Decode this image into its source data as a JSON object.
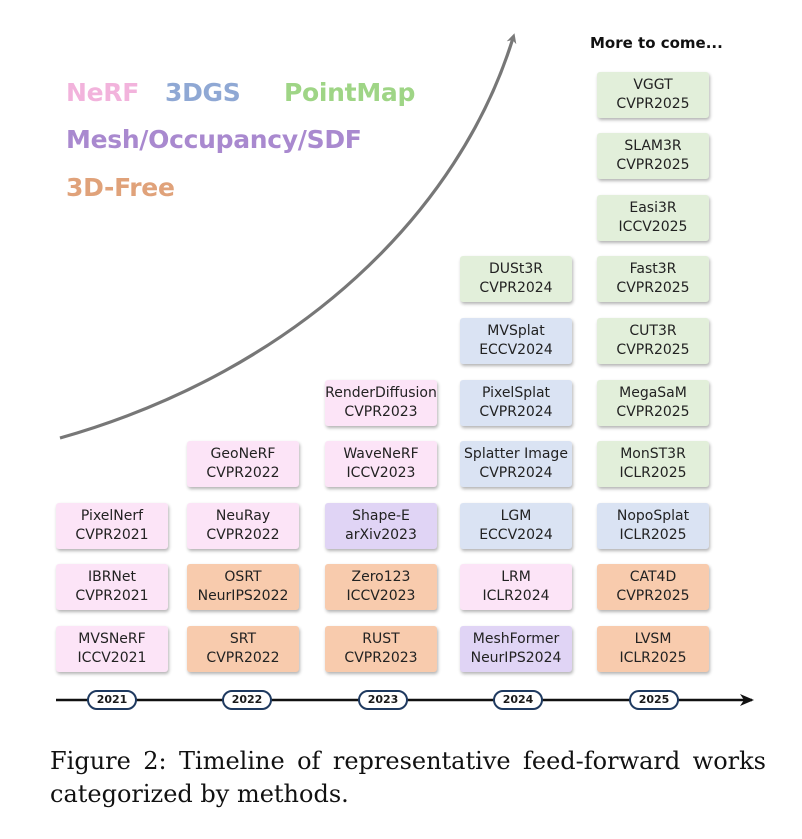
{
  "legend": [
    {
      "label": "NeRF",
      "color": "#f2b3dc"
    },
    {
      "label": "3DGS",
      "color": "#8fa8d4"
    },
    {
      "label": "PointMap",
      "color": "#9fd586"
    },
    {
      "label": "Mesh/Occupancy/SDF",
      "color": "#a989cf"
    },
    {
      "label": "3D-Free",
      "color": "#e0a27a"
    }
  ],
  "more_to_come": "More to come...",
  "category_colors": {
    "nerf": "#fce4f7",
    "3dgs": "#dae3f3",
    "pointmap": "#e2efda",
    "mesh": "#e0d4f5",
    "free": "#f8cbad"
  },
  "years": [
    "2021",
    "2022",
    "2023",
    "2024",
    "2025"
  ],
  "columns": [
    {
      "year": "2021",
      "works": [
        {
          "name": "MVSNeRF",
          "venue": "ICCV2021",
          "category": "nerf"
        },
        {
          "name": "IBRNet",
          "venue": "CVPR2021",
          "category": "nerf"
        },
        {
          "name": "PixelNerf",
          "venue": "CVPR2021",
          "category": "nerf"
        }
      ]
    },
    {
      "year": "2022",
      "works": [
        {
          "name": "SRT",
          "venue": "CVPR2022",
          "category": "free"
        },
        {
          "name": "OSRT",
          "venue": "NeurIPS2022",
          "category": "free"
        },
        {
          "name": "NeuRay",
          "venue": "CVPR2022",
          "category": "nerf"
        },
        {
          "name": "GeoNeRF",
          "venue": "CVPR2022",
          "category": "nerf"
        }
      ]
    },
    {
      "year": "2023",
      "works": [
        {
          "name": "RUST",
          "venue": "CVPR2023",
          "category": "free"
        },
        {
          "name": "Zero123",
          "venue": "ICCV2023",
          "category": "free"
        },
        {
          "name": "Shape-E",
          "venue": "arXiv2023",
          "category": "mesh"
        },
        {
          "name": "WaveNeRF",
          "venue": "ICCV2023",
          "category": "nerf"
        },
        {
          "name": "RenderDiffusion",
          "venue": "CVPR2023",
          "category": "nerf"
        }
      ]
    },
    {
      "year": "2024",
      "works": [
        {
          "name": "MeshFormer",
          "venue": "NeurIPS2024",
          "category": "mesh"
        },
        {
          "name": "LRM",
          "venue": "ICLR2024",
          "category": "nerf"
        },
        {
          "name": "LGM",
          "venue": "ECCV2024",
          "category": "3dgs"
        },
        {
          "name": "Splatter Image",
          "venue": "CVPR2024",
          "category": "3dgs"
        },
        {
          "name": "PixelSplat",
          "venue": "CVPR2024",
          "category": "3dgs"
        },
        {
          "name": "MVSplat",
          "venue": "ECCV2024",
          "category": "3dgs"
        },
        {
          "name": "DUSt3R",
          "venue": "CVPR2024",
          "category": "pointmap"
        }
      ]
    },
    {
      "year": "2025",
      "works": [
        {
          "name": "LVSM",
          "venue": "ICLR2025",
          "category": "free"
        },
        {
          "name": "CAT4D",
          "venue": "CVPR2025",
          "category": "free"
        },
        {
          "name": "NopoSplat",
          "venue": "ICLR2025",
          "category": "3dgs"
        },
        {
          "name": "MonST3R",
          "venue": "ICLR2025",
          "category": "pointmap"
        },
        {
          "name": "MegaSaM",
          "venue": "CVPR2025",
          "category": "pointmap"
        },
        {
          "name": "CUT3R",
          "venue": "CVPR2025",
          "category": "pointmap"
        },
        {
          "name": "Fast3R",
          "venue": "CVPR2025",
          "category": "pointmap"
        },
        {
          "name": "Easi3R",
          "venue": "ICCV2025",
          "category": "pointmap"
        },
        {
          "name": "SLAM3R",
          "venue": "CVPR2025",
          "category": "pointmap"
        },
        {
          "name": "VGGT",
          "venue": "CVPR2025",
          "category": "pointmap"
        }
      ]
    }
  ],
  "caption": "Figure 2: Timeline of representative feed-forward works categorized by methods."
}
